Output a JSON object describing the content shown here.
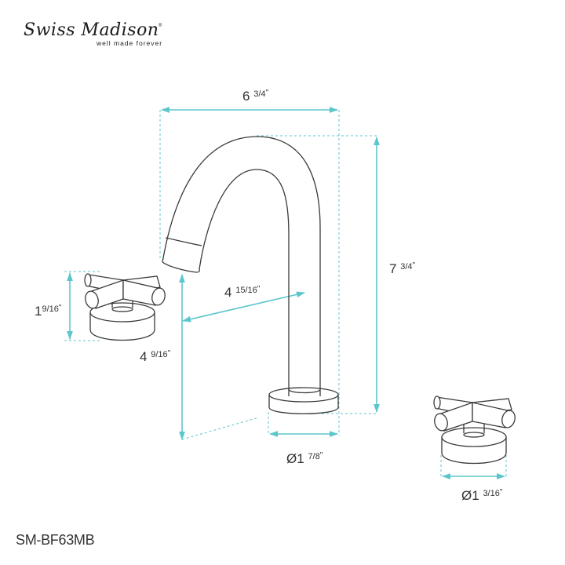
{
  "brand": {
    "name": "Swiss Madison",
    "registered_mark": "®",
    "tagline": "well made forever"
  },
  "model_number": "SM-BF63MB",
  "colors": {
    "dimension_line": "#5cc6cc",
    "outline": "#3a3a3a",
    "text": "#333333",
    "background": "#ffffff"
  },
  "dimensions": {
    "overall_width": {
      "whole": "6",
      "fraction": "3/4",
      "unit": "\""
    },
    "overall_height": {
      "whole": "7",
      "fraction": "3/4",
      "unit": "\""
    },
    "spout_reach": {
      "whole": "4",
      "fraction": "15/16",
      "unit": "\""
    },
    "spout_clearance": {
      "whole": "4",
      "fraction": "9/16",
      "unit": "\""
    },
    "handle_height": {
      "whole": "1",
      "fraction": "9/16",
      "unit": "\""
    },
    "spout_base_diameter": {
      "prefix": "Ø",
      "whole": "1",
      "fraction": "7/8",
      "unit": "\""
    },
    "handle_base_diameter": {
      "prefix": "Ø",
      "whole": "1",
      "fraction": "3/16",
      "unit": "\""
    }
  },
  "components": [
    "spout",
    "left-cross-handle",
    "right-cross-handle"
  ]
}
